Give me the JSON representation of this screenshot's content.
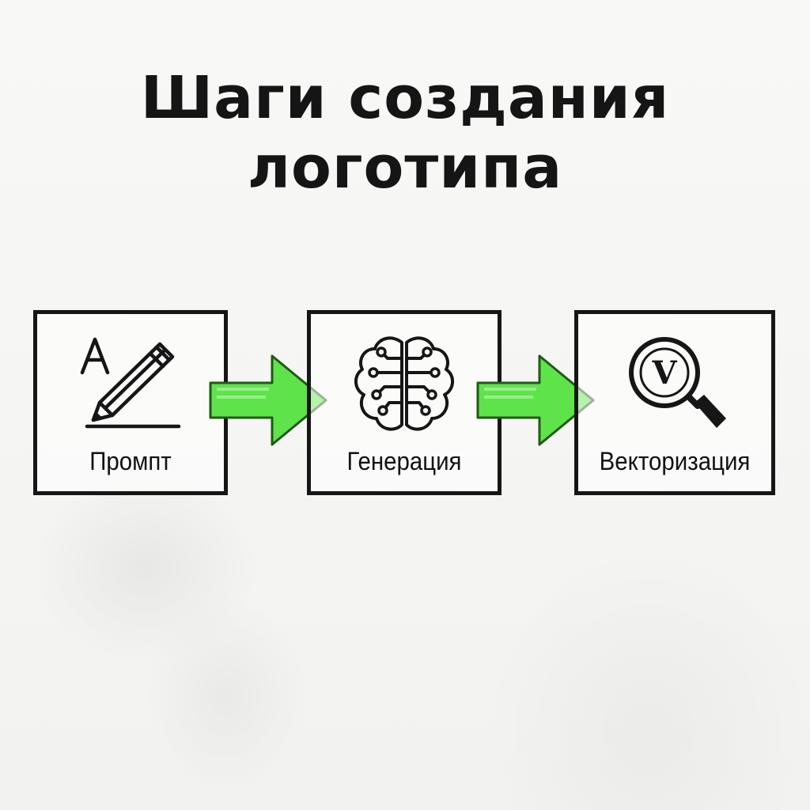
{
  "title": {
    "line1": "Шаги создания",
    "line2": "логотипа"
  },
  "steps": [
    {
      "label": "Промпт",
      "icon": "pencil-letter-a-icon"
    },
    {
      "label": "Генерация",
      "icon": "brain-circuit-icon"
    },
    {
      "label": "Векторизация",
      "icon": "magnifier-v-icon"
    }
  ],
  "arrows": [
    {
      "icon": "arrow-right-icon",
      "color": "#5fe34a"
    },
    {
      "icon": "arrow-right-icon",
      "color": "#5fe34a"
    }
  ],
  "colors": {
    "ink": "#161616",
    "accent_green": "#5fe34a",
    "background": "#f4f4f2"
  }
}
